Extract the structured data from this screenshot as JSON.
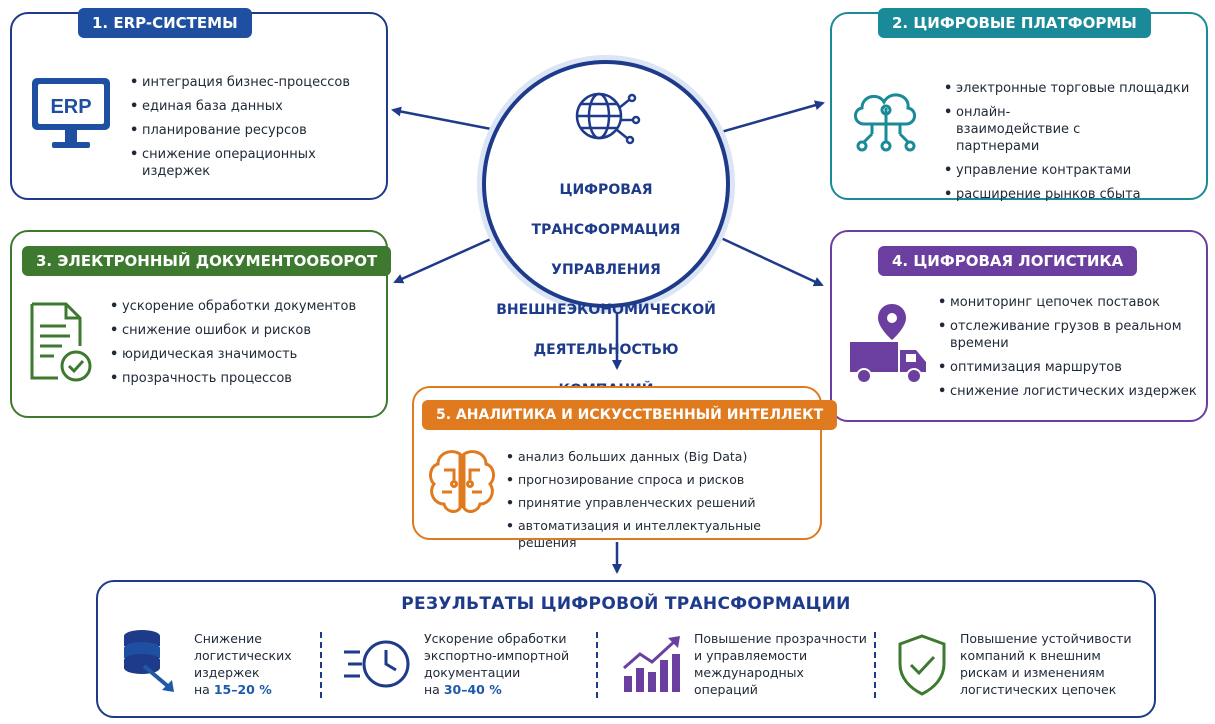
{
  "center": {
    "line1": "ЦИФРОВАЯ",
    "line2": "ТРАНСФОРМАЦИЯ",
    "line3": "УПРАВЛЕНИЯ",
    "line4": "ВНЕШНЕЭКОНОМИЧЕСКОЙ",
    "line5": "ДЕЯТЕЛЬНОСТЬЮ",
    "line6": "КОМПАНИЙ",
    "icon": "globe-network-icon"
  },
  "blocks": [
    {
      "title": "1. ERP-СИСТЕМЫ",
      "color": "#1e4fa0",
      "icon": "erp-monitor-icon",
      "icon_label": "ERP",
      "items": [
        "интеграция бизнес-процессов",
        "единая база данных",
        "планирование ресурсов",
        "снижение операционных издержек"
      ]
    },
    {
      "title": "2. ЦИФРОВЫЕ ПЛАТФОРМЫ",
      "color": "#1a8a99",
      "icon": "cloud-network-icon",
      "items": [
        "электронные торговые площадки",
        "онлайн-взаимодействие с партнерами",
        "управление контрактами",
        "расширение рынков сбыта"
      ]
    },
    {
      "title": "3. ЭЛЕКТРОННЫЙ ДОКУМЕНТООБОРОТ",
      "color": "#3d7a2f",
      "icon": "document-check-icon",
      "items": [
        "ускорение обработки документов",
        "снижение ошибок и рисков",
        "юридическая значимость",
        "прозрачность процессов"
      ]
    },
    {
      "title": "4. ЦИФРОВАЯ ЛОГИСТИКА",
      "color": "#6b3fa0",
      "icon": "truck-location-icon",
      "items": [
        "мониторинг цепочек поставок",
        "отслеживание грузов в реальном времени",
        "оптимизация маршрутов",
        "снижение логистических издержек"
      ]
    },
    {
      "title": "5. АНАЛИТИКА И ИСКУССТВЕННЫЙ ИНТЕЛЛЕКТ",
      "color": "#e07a1f",
      "icon": "brain-circuit-icon",
      "items": [
        "анализ больших данных (Big Data)",
        "прогнозирование спроса и рисков",
        "принятие управленческих решений",
        "автоматизация и интеллектуальные решения"
      ]
    }
  ],
  "results": {
    "title": "РЕЗУЛЬТАТЫ ЦИФРОВОЙ ТРАНСФОРМАЦИИ",
    "items": [
      {
        "icon": "database-down-icon",
        "line1": "Снижение",
        "line2": "логистических",
        "line3": "издержек",
        "prefix": "на ",
        "highlight": "15–20 %"
      },
      {
        "icon": "clock-speed-icon",
        "line1": "Ускорение обработки",
        "line2": "экспортно-импортной",
        "line3": "документации",
        "prefix": "на ",
        "highlight": "30–40 %"
      },
      {
        "icon": "growth-chart-icon",
        "line1": "Повышение прозрачности",
        "line2": "и управляемости",
        "line3": "международных",
        "line4": "операций"
      },
      {
        "icon": "shield-check-icon",
        "line1": "Повышение устойчивости",
        "line2": "компаний к внешним",
        "line3": "рискам и изменениям",
        "line4": "логистических цепочек"
      }
    ]
  }
}
